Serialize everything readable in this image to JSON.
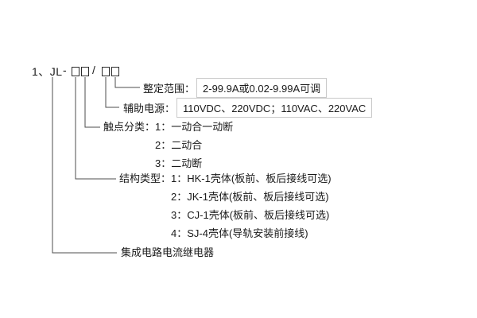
{
  "model": {
    "prefix": "1、JL",
    "dash": "-",
    "slash": "/"
  },
  "rows": {
    "setting_range": {
      "label": "整定范围：",
      "value": "2-99.9A或0.02-9.99A可调"
    },
    "aux_power": {
      "label": "辅助电源：",
      "value": "110VDC、220VDC；110VAC、220VAC"
    },
    "contact_class": {
      "label": "触点分类：",
      "items": [
        "1：一动合一动断",
        "2：二动合",
        "3：二动断"
      ]
    },
    "structure_type": {
      "label": "结构类型：",
      "items": [
        "1：HK-1壳体(板前、板后接线可选)",
        "2：JK-1壳体(板前、板后接线可选)",
        "3：CJ-1壳体(板前、板后接线可选)",
        "4：SJ-4壳体(导轨安装前接线)"
      ]
    },
    "product_name": "集成电路电流继电器"
  },
  "colors": {
    "background": "#ffffff",
    "text": "#1a1a1a",
    "line": "#4d4d4d",
    "value_box_border": "#c9c9c9"
  }
}
